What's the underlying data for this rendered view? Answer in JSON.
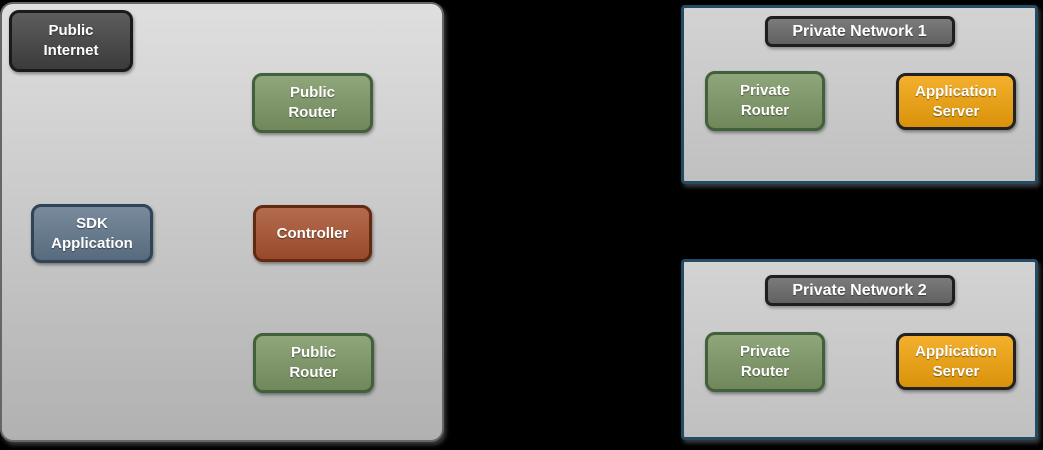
{
  "colors": {
    "canvas-bg": "#000000",
    "zone-fill-top": "#dfdfdf",
    "zone-fill-bottom": "#b1b1b1",
    "zone-border": "#666666",
    "private-fill-top": "#d3d3d3",
    "private-fill-bottom": "#c0c0c0",
    "private-zone-border": "#234b63",
    "dark-node-fill": "#424242",
    "dark-node-border": "#1a1a1a",
    "green-fill": "#7d9765",
    "green-border": "#42603c",
    "blue-fill": "#62778c",
    "blue-border": "#304458",
    "rust-fill": "#a85330",
    "rust-border": "#632911",
    "orange-fill": "#f2a30b",
    "orange-border": "#222222",
    "title-fill": "#6c6c6c",
    "title-border": "#1e1e1e",
    "text": "#ffffff"
  },
  "public_zone": {
    "nodes": {
      "public_internet": "Public\nInternet",
      "public_router_top": "Public\nRouter",
      "sdk_application": "SDK\nApplication",
      "controller": "Controller",
      "public_router_bottom": "Public\nRouter"
    }
  },
  "private_network_1": {
    "title": "Private Network 1",
    "private_router": "Private\nRouter",
    "application_server": "Application\nServer"
  },
  "private_network_2": {
    "title": "Private Network 2",
    "private_router": "Private\nRouter",
    "application_server": "Application\nServer"
  }
}
